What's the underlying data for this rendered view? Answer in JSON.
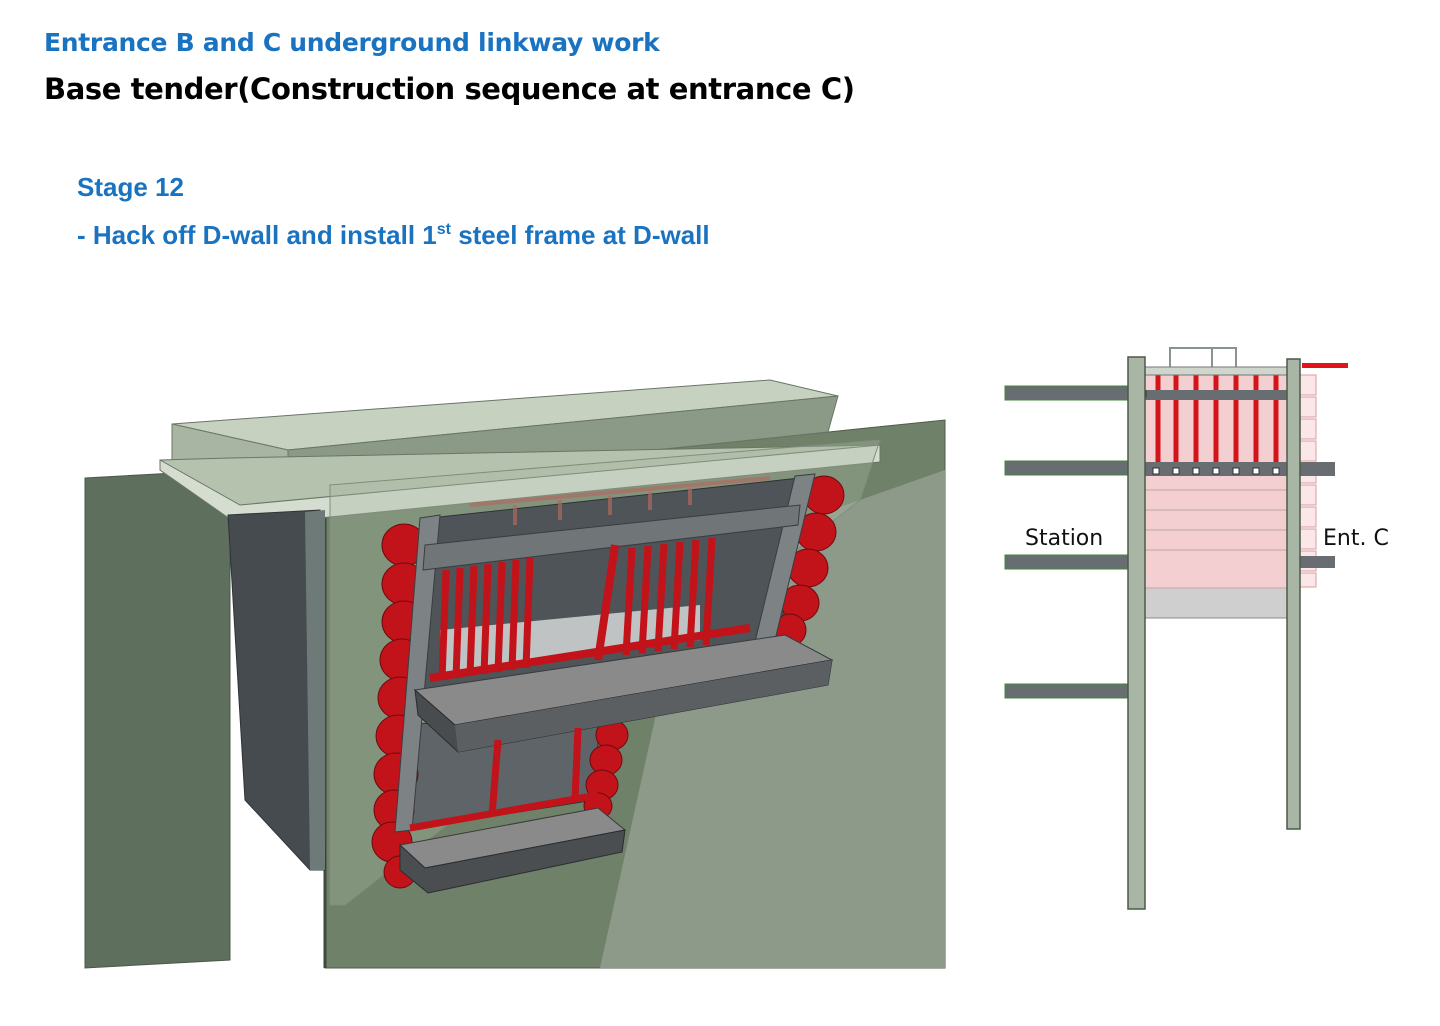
{
  "header": {
    "project_title": "Entrance B and C underground linkway work",
    "slide_title": "Base tender(Construction sequence at entrance C)"
  },
  "stage": {
    "label": "Stage 12",
    "task_prefix": "- Hack off D-wall and install 1",
    "task_superscript": "st",
    "task_suffix": " steel frame at D-wall"
  },
  "section": {
    "left_label": "Station",
    "right_label": "Ent. C"
  },
  "colors": {
    "title_blue": "#1a73c0",
    "wall_green": "#6b7d68",
    "steel_red": "#d4141a",
    "slab_grey": "#8a8a8a"
  }
}
